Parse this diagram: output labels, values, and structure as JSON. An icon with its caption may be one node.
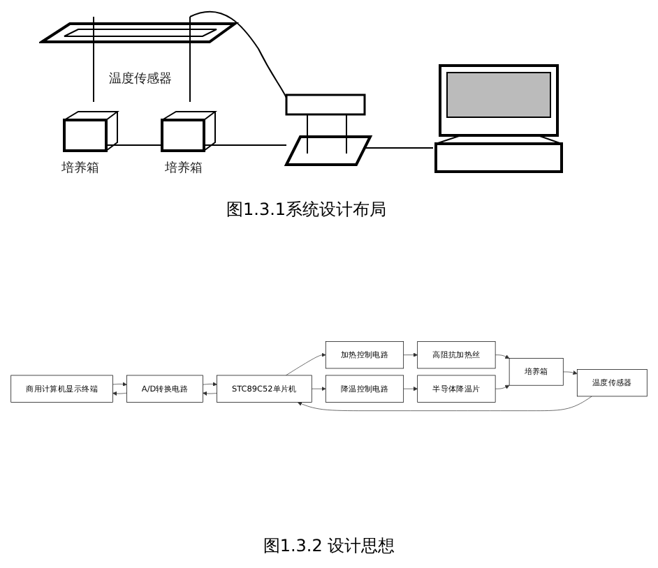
{
  "diagram": {
    "caption": "图1.3.2 设计思想",
    "nodes": [
      {
        "text": [
          "商用计算机显示终端"
        ]
      },
      {
        "text": [
          "A/D转换电路"
        ]
      },
      {
        "text": [
          "STC89C52单片机"
        ]
      },
      {
        "text": [
          "加热控制电路"
        ]
      },
      {
        "text": [
          "高阻抗加热丝"
        ]
      },
      {
        "text": [
          "降温控制电路"
        ]
      },
      {
        "text": [
          "半导体降温片"
        ]
      },
      {
        "text": [
          "培养箱"
        ]
      },
      {
        "text": [
          "温度传感器"
        ]
      }
    ],
    "edges": [
      {
        "from": 0,
        "to": 1,
        "arrow": "to"
      },
      {
        "from": 1,
        "to": 0,
        "arrow": "to"
      },
      {
        "from": 1,
        "to": 2,
        "arrow": "to"
      },
      {
        "from": 2,
        "to": 1,
        "arrow": "to"
      },
      {
        "from": 2,
        "to": 3,
        "arrow": "to"
      },
      {
        "from": 3,
        "to": 4,
        "arrow": "to"
      },
      {
        "from": 4,
        "to": 7,
        "arrow": "to"
      },
      {
        "from": 2,
        "to": 5,
        "arrow": "to"
      },
      {
        "from": 5,
        "to": 6,
        "arrow": "to"
      },
      {
        "from": 6,
        "to": 7,
        "arrow": "to"
      },
      {
        "from": 7,
        "to": 8,
        "arrow": "to"
      },
      {
        "from": 8,
        "to": 2,
        "arrow": "to"
      }
    ],
    "labels": [
      "温度传感器",
      "培养箱",
      "培养箱",
      "图1.3.1系统设计布局"
    ]
  }
}
